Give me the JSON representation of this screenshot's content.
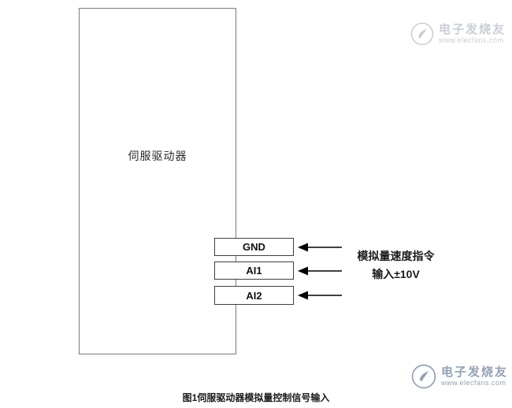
{
  "diagram": {
    "driver_label": "伺服驱动器",
    "ports": [
      {
        "label": "GND"
      },
      {
        "label": "AI1"
      },
      {
        "label": "AI2"
      }
    ],
    "annotation": {
      "line1": "模拟量速度指令",
      "line2": "输入±10V"
    },
    "caption": "图1伺服驱动器模拟量控制信号输入"
  },
  "watermark": {
    "brand": "电子发烧友",
    "url": "www.elecfans.com"
  },
  "colors": {
    "driver_border": "#7a7a7a",
    "port_border": "#3f3f3f",
    "arrow": "#000000",
    "text": "#1a1a1a",
    "watermark_top": "#c9ced6",
    "watermark_bottom": "#94a2b3"
  }
}
